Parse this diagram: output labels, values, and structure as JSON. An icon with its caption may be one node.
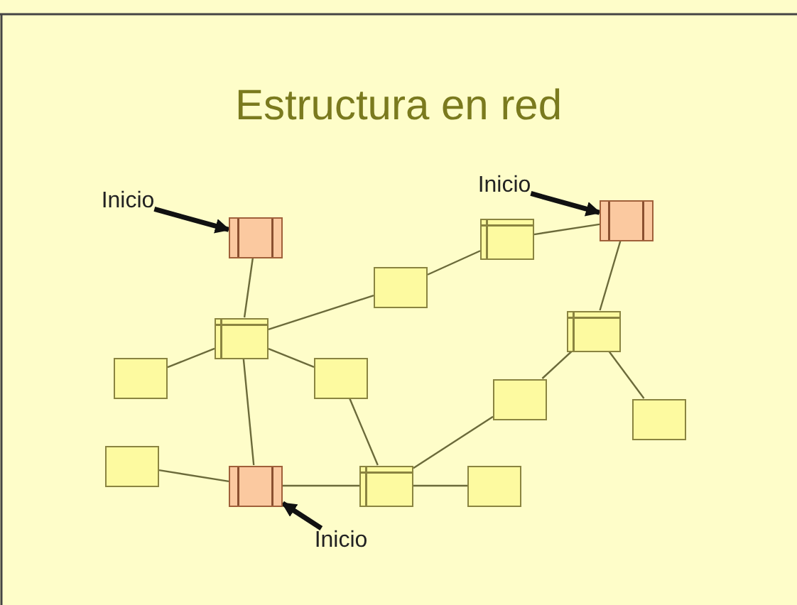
{
  "diagram": {
    "title": "Estructura en red",
    "nodes": [
      {
        "text": [
          "Inicio"
        ]
      },
      {
        "text": [
          "Inicio"
        ]
      },
      {
        "text": [
          "Inicio"
        ]
      },
      {
        "text": [],
        "shape": "box"
      },
      {
        "text": [],
        "shape": "box"
      },
      {
        "text": [],
        "shape": "box"
      },
      {
        "text": [],
        "shape": "box"
      },
      {
        "text": [],
        "shape": "box"
      },
      {
        "text": [],
        "shape": "box"
      },
      {
        "text": [],
        "shape": "box"
      },
      {
        "text": [],
        "shape": "box"
      },
      {
        "text": [],
        "shape": "box"
      },
      {
        "text": [],
        "shape": "box"
      },
      {
        "text": [],
        "shape": "box"
      },
      {
        "text": [],
        "shape": "box"
      },
      {
        "text": [],
        "shape": "box"
      },
      {
        "text": [],
        "shape": "box"
      }
    ],
    "edges": [
      {
        "from": 0,
        "to": 3,
        "arrow": "to",
        "style": "thick"
      },
      {
        "from": 1,
        "to": 6,
        "arrow": "to",
        "style": "thick"
      },
      {
        "from": 2,
        "to": 14,
        "arrow": "to",
        "style": "thick"
      },
      {
        "from": 3,
        "to": 7,
        "arrow": "none"
      },
      {
        "from": 7,
        "to": 4,
        "arrow": "none"
      },
      {
        "from": 4,
        "to": 5,
        "arrow": "none"
      },
      {
        "from": 5,
        "to": 6,
        "arrow": "none"
      },
      {
        "from": 7,
        "to": 8,
        "arrow": "none"
      },
      {
        "from": 7,
        "to": 9,
        "arrow": "none"
      },
      {
        "from": 7,
        "to": 14,
        "arrow": "none"
      },
      {
        "from": 9,
        "to": 15,
        "arrow": "none"
      },
      {
        "from": 6,
        "to": 10,
        "arrow": "none"
      },
      {
        "from": 10,
        "to": 11,
        "arrow": "none"
      },
      {
        "from": 10,
        "to": 12,
        "arrow": "none"
      },
      {
        "from": 11,
        "to": 15,
        "arrow": "none"
      },
      {
        "from": 13,
        "to": 14,
        "arrow": "none"
      },
      {
        "from": 14,
        "to": 15,
        "arrow": "none"
      },
      {
        "from": 15,
        "to": 16,
        "arrow": "none"
      }
    ]
  }
}
